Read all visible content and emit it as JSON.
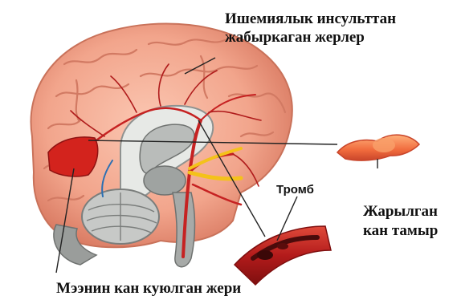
{
  "labels": {
    "ischemic": {
      "line1": "Ишемиялык инсульттан",
      "line2": "жабыркаган жерлер"
    },
    "thrombus": "Тромб",
    "rupture": {
      "line1": "Жарылган",
      "line2": "кан тамыр"
    },
    "hemorrhage": "Мээнин кан куюлган жери"
  },
  "colors": {
    "brain_pink": "#f2a58c",
    "brain_shadow": "#d97a62",
    "vessel_red": "#c62222",
    "hemorrhage_red": "#d3231d",
    "artery_yellow": "#f4c21a",
    "tube_red": "#b31b1b",
    "gray_structure": "#8f9290",
    "leader_line": "#222222"
  }
}
